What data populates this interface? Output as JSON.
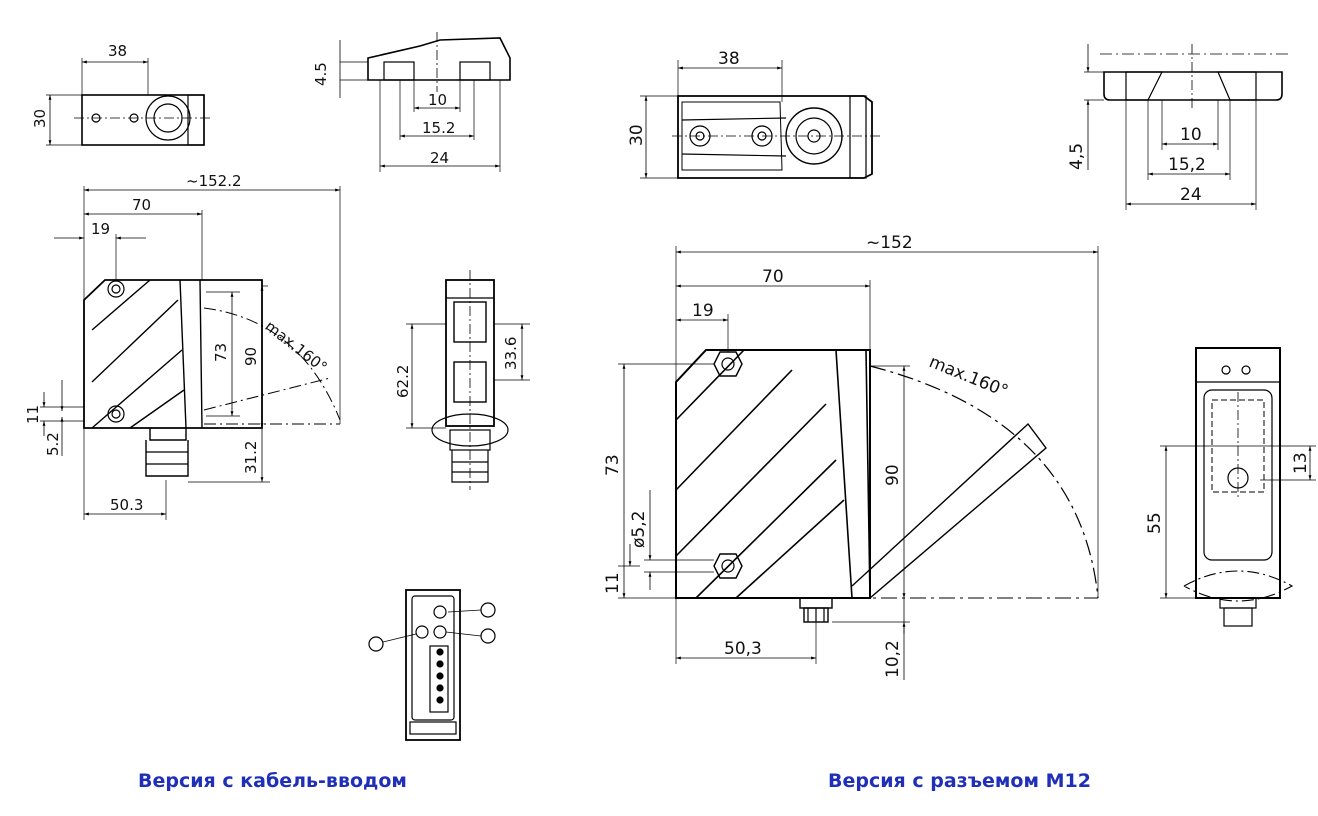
{
  "captions": {
    "cable_version": "Версия с кабель-вводом",
    "m12_version": "Версия с разъемом M12"
  },
  "left_views": {
    "top_width": "38",
    "top_height": "30",
    "side_height": "4.5",
    "side_w1": "10",
    "side_w2": "15.2",
    "side_w3": "24",
    "overall_length": "~152.2",
    "body_width": "70",
    "hole_offset": "19",
    "height_73": "73",
    "height_90": "90",
    "angle_label": "max.160°",
    "hole_spacing_11": "11",
    "hole_dia": "5.2",
    "cable_offset": "31.2",
    "cable_pos": "50.3",
    "front_h1": "62.2",
    "front_h2": "33.6"
  },
  "right_views": {
    "top_width": "38",
    "top_height": "30",
    "side_height": "4,5",
    "side_w1": "10",
    "side_w2": "15,2",
    "side_w3": "24",
    "overall_length": "~152",
    "body_width": "70",
    "hole_offset": "19",
    "height_73": "73",
    "height_90": "90",
    "angle_label": "max.160°",
    "hole_dia": "ø5,2",
    "hole_spacing_11": "11",
    "connector_pos": "50,3",
    "connector_h": "10,2",
    "front_h55": "55",
    "front_h13": "13"
  }
}
